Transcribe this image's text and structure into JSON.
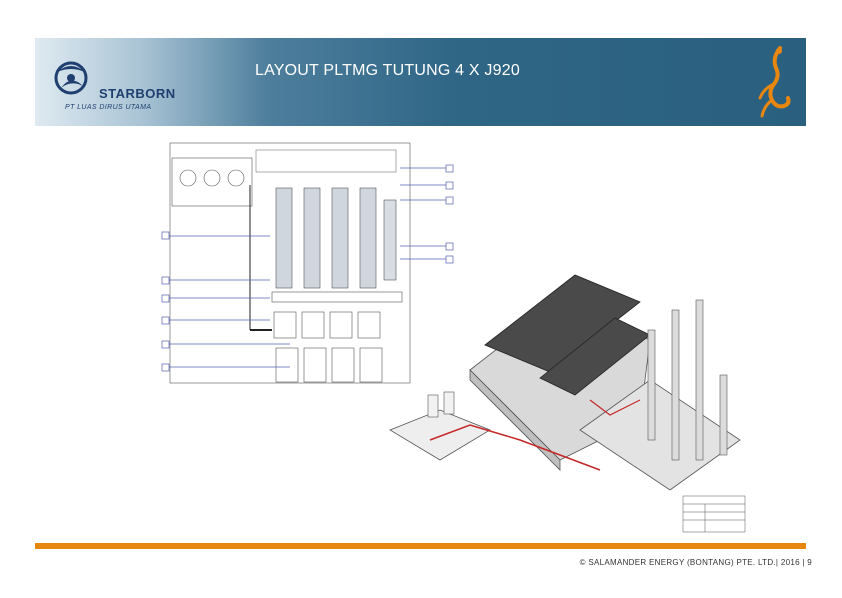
{
  "header": {
    "title": "LAYOUT PLTMG TUTUNG 4 X J920",
    "logo_text": "STARBORN",
    "logo_subtext": "PT LUAS DIRUS UTAMA"
  },
  "colors": {
    "header_bg": "#2a5f80",
    "accent_orange": "#e8870f",
    "logo_blue": "#1f3f70"
  },
  "icons": {
    "logo": "starborn-logo-icon",
    "brand": "salamander-icon"
  },
  "footer": {
    "text": "© SALAMANDER ENERGY (BONTANG) PTE. LTD.| 2016 | 9"
  }
}
